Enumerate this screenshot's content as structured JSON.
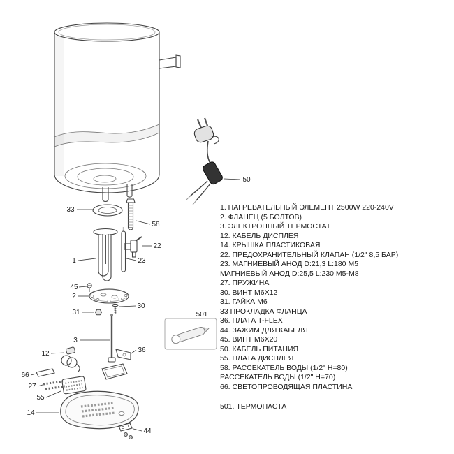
{
  "parts": {
    "items": [
      "1. НАГРЕВАТЕЛЬНЫЙ ЭЛЕМЕНТ 2500W 220-240V",
      "2. ФЛАНЕЦ  (5 БОЛТОВ)",
      "3. ЭЛЕКТРОННЫЙ ТЕРМОСТАТ",
      "12. КАБЕЛЬ ДИСПЛЕЯ",
      "14. КРЫШКА ПЛАСТИКОВАЯ",
      "22. ПРЕДОХРАНИТЕЛЬНЫЙ КЛАПАН (1/2\" 8,5 БАР)",
      "23. МАГНИЕВЫЙ АНОД D:21,3 L:180 M5",
      "МАГНИЕВЫЙ АНОД D:25,5 L:230 M5-M8",
      "27. ПРУЖИНА",
      "30. ВИНТ M6X12",
      "31. ГАЙКА M6",
      "33 ПРОКЛАДКА ФЛАНЦА",
      "36. ПЛАТА T-FLEX",
      "44. ЗАЖИМ ДЛЯ КАБЕЛЯ",
      "45. ВИНТ M6X20",
      "50. КАБЕЛЬ ПИТАНИЯ",
      "55. ПЛАТА ДИСПЛЕЯ",
      "58. РАССЕКАТЕЛЬ ВОДЫ (1/2\" H=80)",
      "РАССЕКАТЕЛЬ ВОДЫ (1/2\" H=70)",
      "66. СВЕТОПРОВОДЯЩАЯ ПЛАСТИНА"
    ],
    "footer": "501. ТЕРМОПАСТА"
  },
  "callouts": {
    "c1": "1",
    "c2": "2",
    "c3": "3",
    "c12": "12",
    "c14": "14",
    "c22": "22",
    "c23": "23",
    "c27": "27",
    "c30": "30",
    "c31": "31",
    "c33": "33",
    "c36": "36",
    "c44": "44",
    "c45": "45",
    "c50": "50",
    "c55": "55",
    "c58": "58",
    "c66": "66",
    "c501": "501"
  },
  "colors": {
    "diagram_line": "#444444",
    "text": "#1a1a1a",
    "cable_box": "#333333"
  }
}
